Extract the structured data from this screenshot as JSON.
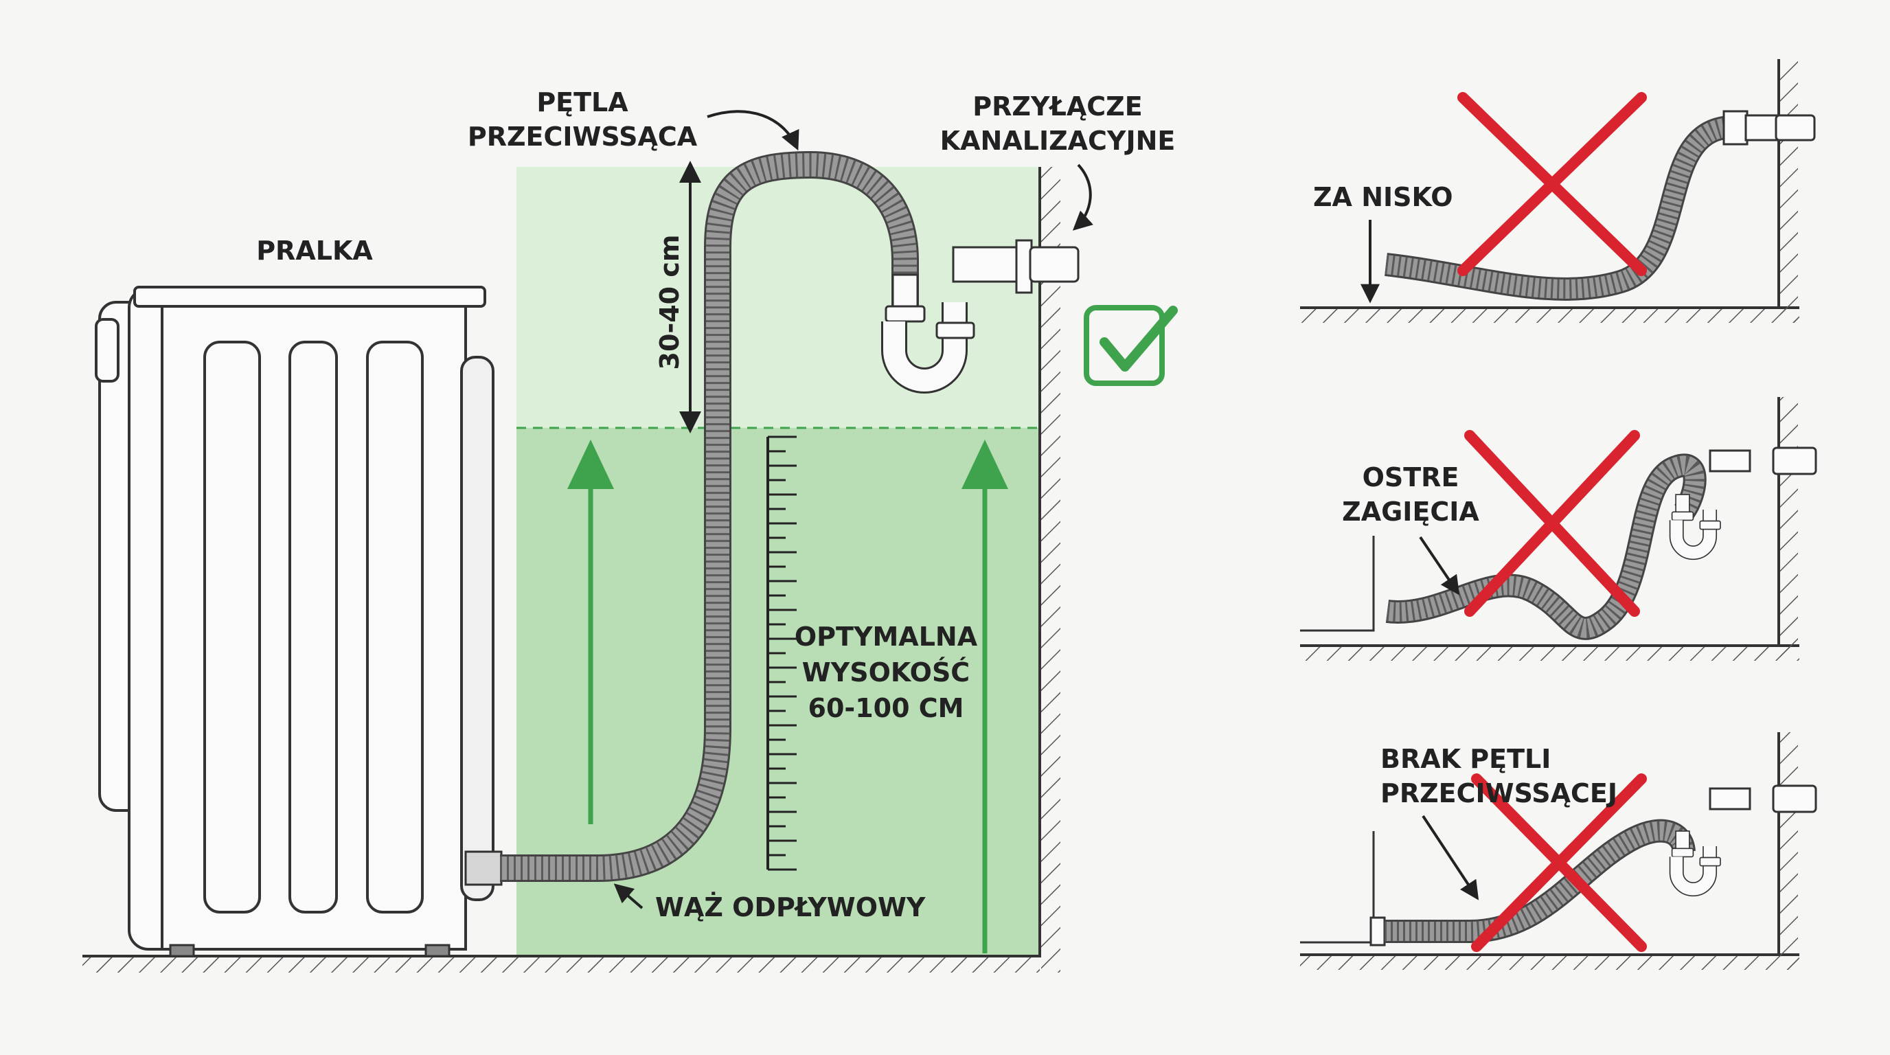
{
  "main": {
    "washer_label": "PRALKA",
    "loop_label_line1": "PĘTLA",
    "loop_label_line2": "PRZECIWSSĄCA",
    "drain_label_line1": "PRZYŁĄCZE",
    "drain_label_line2": "KANALIZACYJNE",
    "loop_height_label": "30-40 cm",
    "optimal_line1": "OPTYMALNA",
    "optimal_line2": "WYSOKOŚĆ",
    "optimal_line3": "60-100 CM",
    "hose_label": "WĄŻ ODPŁYWOWY",
    "correct_icon": "green-checkmark"
  },
  "mistakes": [
    {
      "label_line1": "ZA NISKO",
      "label_line2": "",
      "icon": "red-x"
    },
    {
      "label_line1": "OSTRE",
      "label_line2": "ZAGIĘCIA",
      "icon": "red-x"
    },
    {
      "label_line1": "BRAK PĘTLI",
      "label_line2": "PRZECIWSSĄCEJ",
      "icon": "red-x"
    }
  ],
  "colors": {
    "zone_light": "#dcefd8",
    "zone_mid": "#b9ddb5",
    "arrow_green": "#3fa34d",
    "check_green": "#3fa34d",
    "cross_red": "#d9232e",
    "hose_gray": "#8c8c8c"
  }
}
